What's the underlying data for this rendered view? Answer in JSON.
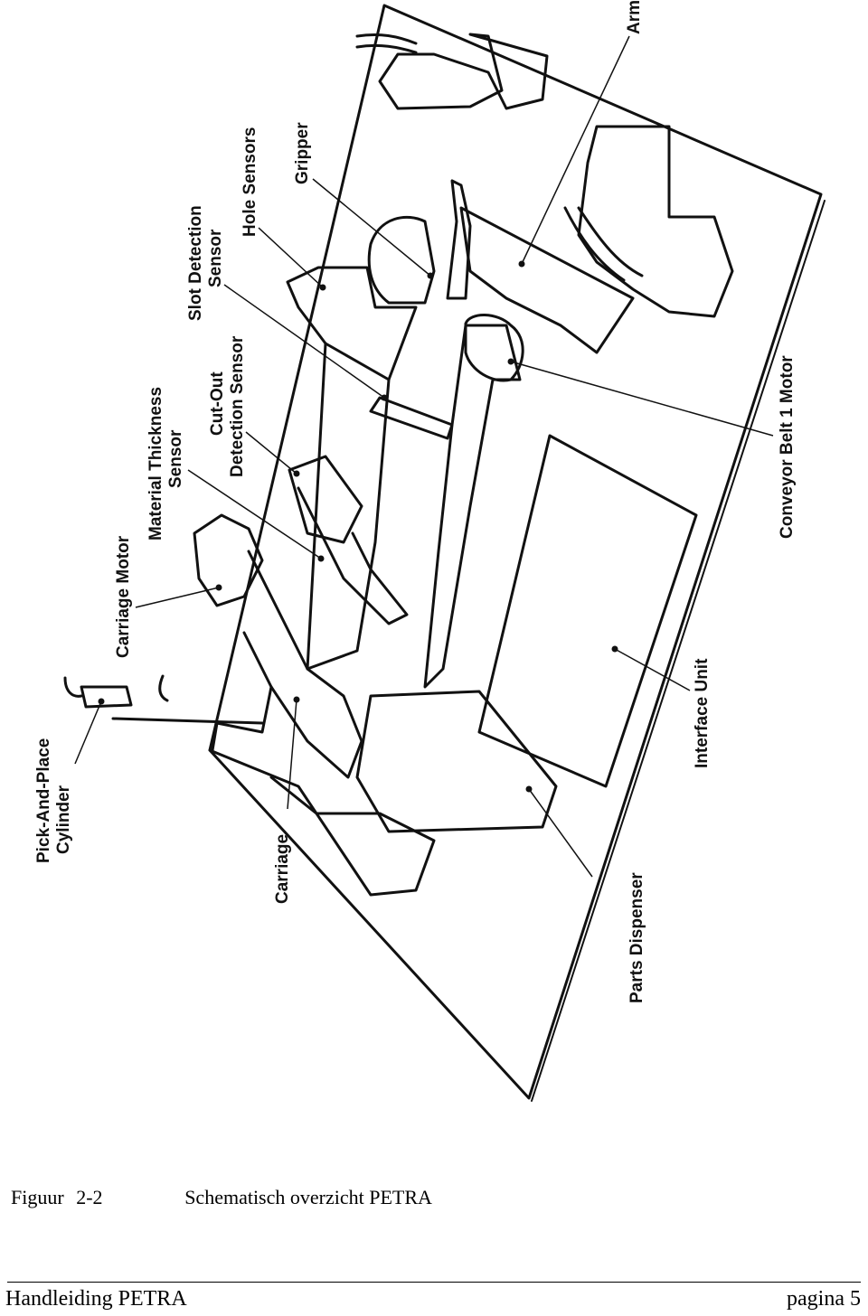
{
  "figure": {
    "labels": {
      "pick_and_place_1": "Pick-And-Place",
      "pick_and_place_2": "Cylinder",
      "carriage": "Carriage",
      "carriage_motor": "Carriage Motor",
      "material_thickness_1": "Material Thickness",
      "material_thickness_2": "Sensor",
      "cutout_1": "Cut-Out",
      "cutout_2": "Detection Sensor",
      "slot_1": "Slot Detection",
      "slot_2": "Sensor",
      "hole_sensors": "Hole Sensors",
      "gripper": "Gripper",
      "arm": "Arm",
      "parts_dispenser": "Parts Dispenser",
      "interface_unit": "Interface Unit",
      "conveyor_motor": "Conveyor Belt 1 Motor"
    }
  },
  "caption": {
    "prefix": "Figuur",
    "number": "2-2",
    "title": "Schematisch overzicht PETRA"
  },
  "footer": {
    "left": "Handleiding PETRA",
    "right": "pagina 5"
  }
}
